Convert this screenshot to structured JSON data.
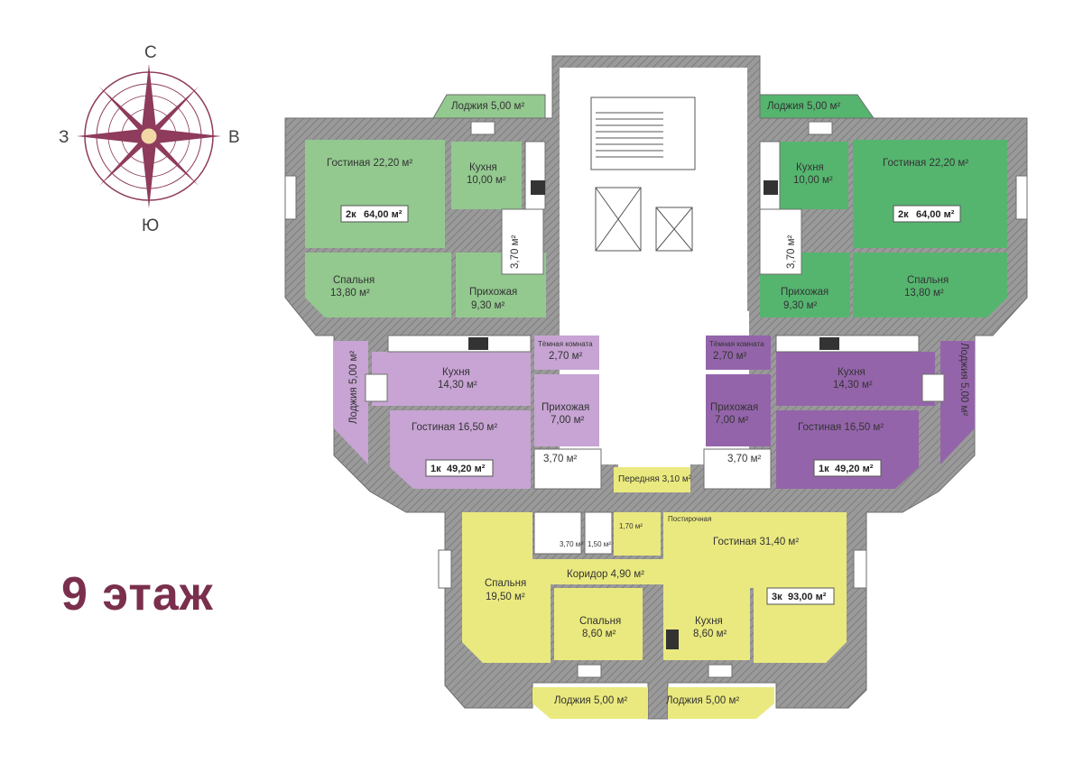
{
  "floor_title": "9 этаж",
  "compass": {
    "north": "С",
    "south": "Ю",
    "west": "З",
    "east": "В",
    "color": "#8e3b5c"
  },
  "colors": {
    "wall": "#8c8c8c",
    "green_light": "#93c98f",
    "green_dark": "#55b56f",
    "purple_light": "#c7a4d3",
    "purple_dark": "#9464aa",
    "yellow": "#eae97f",
    "badge_bg": "#ffffff"
  },
  "apt_left_green": {
    "loggia": "Лоджия 5,00 м²",
    "living": "Гостиная 22,20 м²",
    "kitchen": "Кухня",
    "kitchen_area": "10,00 м²",
    "badge_type": "2к",
    "badge_area": "64,00 м²",
    "bath": "3,70 м²",
    "bedroom": "Спальня",
    "bedroom_area": "13,80 м²",
    "hall": "Прихожая",
    "hall_area": "9,30 м²"
  },
  "apt_right_green": {
    "loggia": "Лоджия 5,00 м²",
    "living": "Гостиная 22,20 м²",
    "kitchen": "Кухня",
    "kitchen_area": "10,00 м²",
    "badge_type": "2к",
    "badge_area": "64,00 м²",
    "bath": "3,70 м²",
    "bedroom": "Спальня",
    "bedroom_area": "13,80 м²",
    "hall": "Прихожая",
    "hall_area": "9,30 м²"
  },
  "apt_left_purple": {
    "loggia": "Лоджия 5,00 м²",
    "dark_room": "Тёмная комната",
    "dark_room_area": "2,70 м²",
    "kitchen": "Кухня",
    "kitchen_area": "14,30 м²",
    "hall": "Прихожая",
    "hall_area": "7,00 м²",
    "living": "Гостиная 16,50 м²",
    "bath": "3,70 м²",
    "badge_type": "1к",
    "badge_area": "49,20 м²"
  },
  "apt_right_purple": {
    "loggia": "Лоджия 5,00 м²",
    "dark_room": "Тёмная комната",
    "dark_room_area": "2,70 м²",
    "kitchen": "Кухня",
    "kitchen_area": "14,30 м²",
    "hall": "Прихожая",
    "hall_area": "7,00 м²",
    "living": "Гостиная 16,50 м²",
    "bath": "3,70 м²",
    "badge_type": "1к",
    "badge_area": "49,20 м²"
  },
  "apt_yellow": {
    "front": "Передняя 3,10 м²",
    "laundry": "Постирочная",
    "bath_small": "1,70 м²",
    "bath": "3,70 м²",
    "wc": "1,50 м²",
    "living": "Гостиная 31,40 м²",
    "corridor": "Коридор 4,90 м²",
    "bedroom1": "Спальня",
    "bedroom1_area": "19,50 м²",
    "bedroom2": "Спальня",
    "bedroom2_area": "8,60 м²",
    "kitchen": "Кухня",
    "kitchen_area": "8,60 м²",
    "badge_type": "3к",
    "badge_area": "93,00 м²",
    "loggia_left": "Лоджия 5,00 м²",
    "loggia_right": "Лоджия 5,00 м²"
  }
}
